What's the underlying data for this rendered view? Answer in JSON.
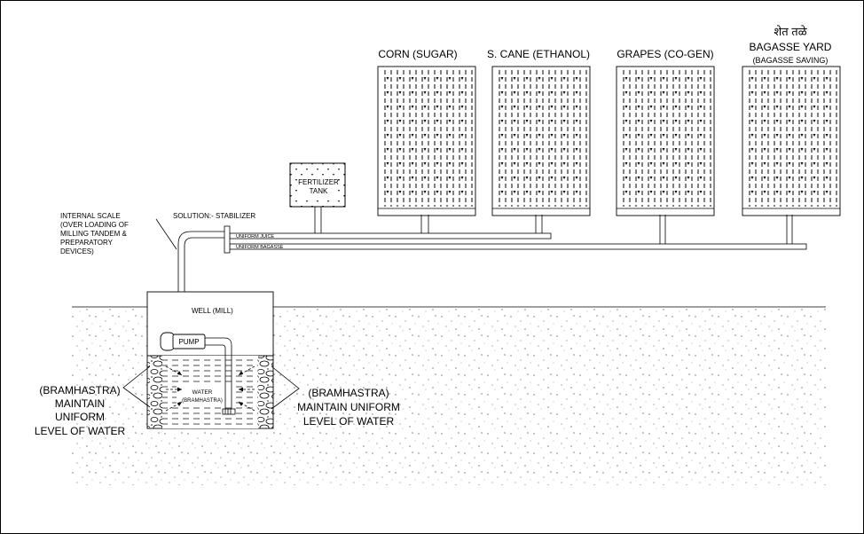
{
  "fields": [
    {
      "label": "CORN (SUGAR)"
    },
    {
      "label": "S. CANE (ETHANOL)"
    },
    {
      "label": "GRAPES (CO-GEN)"
    },
    {
      "label": "BAGASSE YARD",
      "marathi": "शेत तळे",
      "sub": "(BAGASSE SAVING)"
    }
  ],
  "tank": {
    "line1": "FERTILIZER",
    "line2": "TANK"
  },
  "stabilizer": "SOLUTION:- STABILIZER",
  "pipes": {
    "juice": "UNIFORM JUICE",
    "bagasse": "UNIFORM BAGASSE"
  },
  "internal_scale": [
    "INTERNAL SCALE",
    "(OVER LOADING OF",
    "MILLING TANDEM &",
    "PREPARATORY",
    "DEVICES)"
  ],
  "well": {
    "label": "WELL (MILL)",
    "pump": "PUMP",
    "water": "WATER",
    "water_sub": "(BRAMHASTRA)"
  },
  "left_note": [
    "(BRAMHASTRA)",
    "MAINTAIN",
    "UNIFORM",
    "LEVEL OF WATER"
  ],
  "right_note": [
    "(BRAMHASTRA)",
    "MAINTAIN UNIFORM",
    "LEVEL OF WATER"
  ]
}
